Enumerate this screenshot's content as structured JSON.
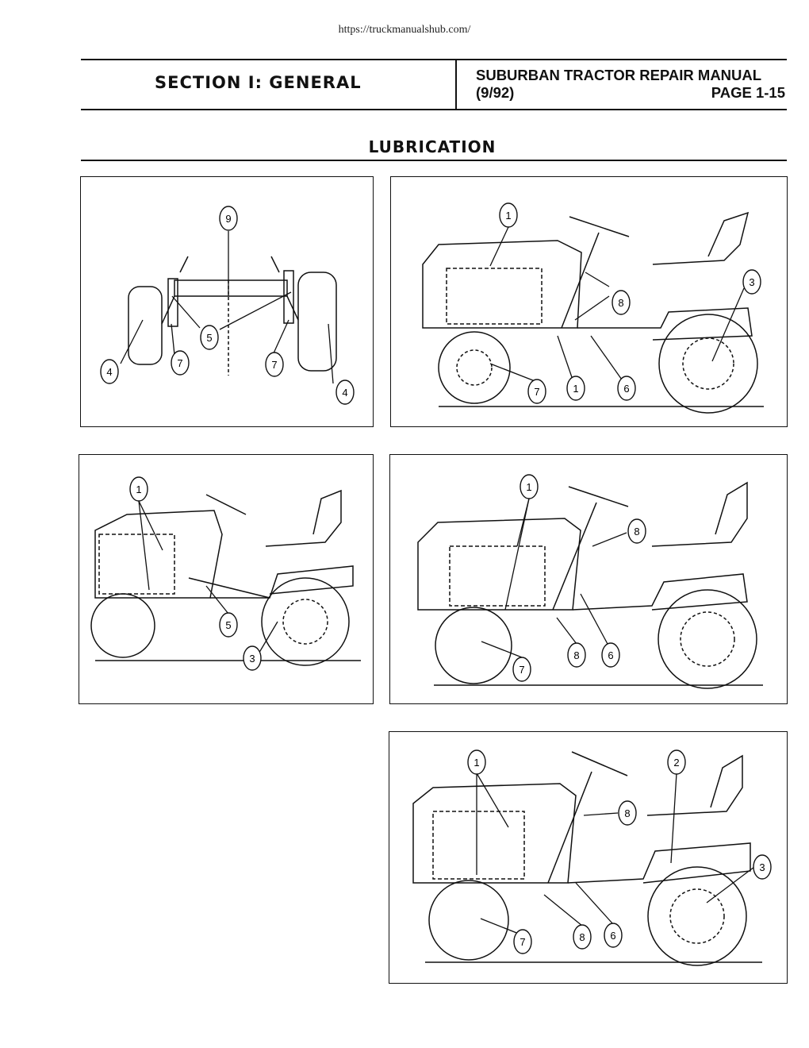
{
  "header": {
    "url": "https://truckmanualshub.com/",
    "section_title": "SECTION I:  GENERAL",
    "manual_title": "SUBURBAN TRACTOR REPAIR MANUAL",
    "date": "(9/92)",
    "page": "PAGE 1-15"
  },
  "page_title": "LUBRICATION",
  "figures": [
    {
      "callouts": [
        "9",
        "5",
        "4",
        "7",
        "7",
        "4"
      ]
    },
    {
      "callouts": [
        "1",
        "8",
        "3",
        "1",
        "7",
        "6"
      ]
    },
    {
      "callouts": [
        "1",
        "5",
        "3"
      ]
    },
    {
      "callouts": [
        "1",
        "8",
        "7",
        "8",
        "6"
      ]
    },
    {
      "callouts": [
        "1",
        "2",
        "8",
        "3",
        "7",
        "8",
        "6"
      ]
    }
  ]
}
